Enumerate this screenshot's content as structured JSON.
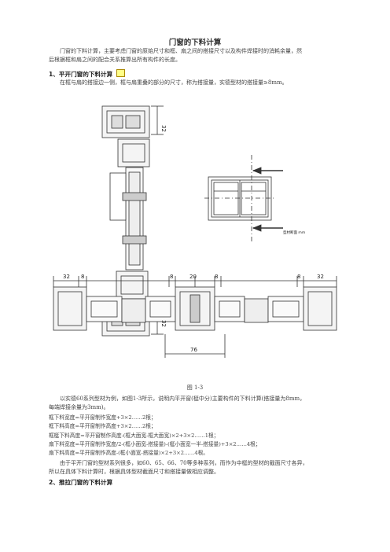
{
  "doc": {
    "title": "门窗的下料计算",
    "intro_line1": "门窗的下料计算，主要考虑门窗的原始尺寸和框、扇之间的搭接尺寸以及构件焊接时的消耗余量，然",
    "intro_line2": "后根据框和扇之间的配合关系推算出所有构件的长度。",
    "section1": {
      "heading": "1、平开门窗的下料计算",
      "text": "在框与扇的搭接边一侧，框与扇重叠的部分的尺寸，称为搭接量，实德型材的搭接量≥8mm。"
    },
    "figure": {
      "dims_vertical": [
        "32",
        "32"
      ],
      "dims_bottom_top": [
        "32",
        "8",
        "8",
        "20",
        "8",
        "8",
        "32"
      ],
      "dim_76": "76",
      "label_small": "型材断面 mm",
      "caption": "图 1-3"
    },
    "body_line1": "以实德60系列型材为例，如图1-3所示，说明内平开窗(梃中分)主要构件的下料计算(搭接量为8mm，",
    "body_line2": "每端焊接余量为3mm)。",
    "formulas": [
      "框下料宽度=平开窗制作宽度+3×2……2根；",
      "框下料高度=平开窗制作高度+3×2……2根；",
      "框梃下料高度=平开窗制作高度-(框大面宽-框大面宽)×2+3×2……1根；",
      "扇下料宽度=平开窗制作宽度/2-(框小面宽-搭接量)-(梃小面宽一半-搭接量)+3×2……4根；",
      "扇下料高度=平开窗制作高度-(框小面宽-搭接量)×2+3×2……4根。"
    ],
    "note_line1": "由于平开门窗的型材系列很多，如60、65、66、70等多种系列，而作为中梃的型材的截面尺寸各异，",
    "note_line2": "所以在具体下料计算时，根据具体型材截面尺寸和搭接量做相应调整。",
    "section2": {
      "heading": "2、推拉门窗的下料计算"
    }
  }
}
